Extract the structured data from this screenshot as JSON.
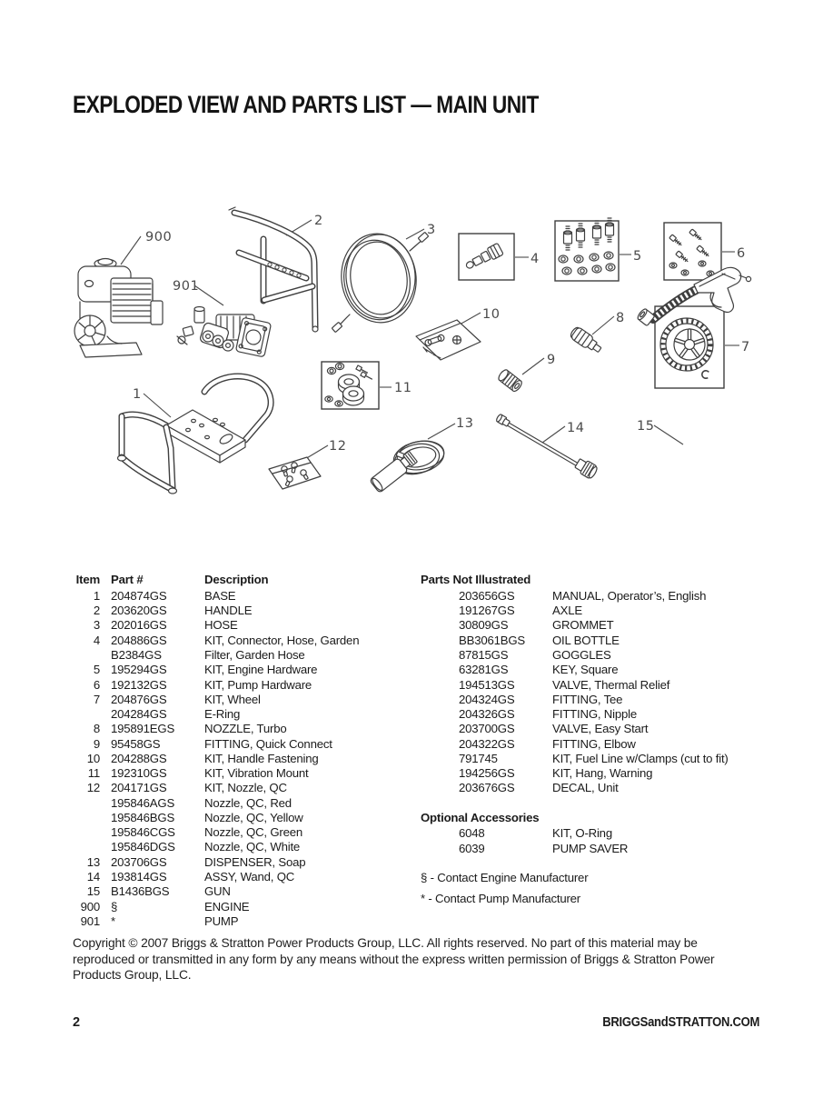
{
  "page": {
    "title": "EXPLODED VIEW AND PARTS LIST — MAIN UNIT",
    "page_number": "2",
    "website": "BRIGGSandSTRATTON.COM",
    "copyright": "Copyright © 2007 Briggs & Stratton Power Products Group, LLC.  All rights reserved.  No part of this material may be reproduced or transmitted in any form by any means without the express written permission of Briggs & Stratton Power Products Group, LLC."
  },
  "diagram": {
    "callouts": {
      "n900": "900",
      "n901": "901",
      "n1": "1",
      "n2": "2",
      "n3": "3",
      "n4": "4",
      "n5": "5",
      "n6": "6",
      "n7": "7",
      "n8": "8",
      "n9": "9",
      "n10": "10",
      "n11": "11",
      "n12": "12",
      "n13": "13",
      "n14": "14",
      "n15": "15"
    }
  },
  "parts_table": {
    "headers": {
      "item": "Item",
      "part": "Part #",
      "description": "Description"
    },
    "rows": [
      {
        "item": "1",
        "part": "204874GS",
        "description": "BASE"
      },
      {
        "item": "2",
        "part": "203620GS",
        "description": "HANDLE"
      },
      {
        "item": "3",
        "part": "202016GS",
        "description": "HOSE"
      },
      {
        "item": "4",
        "part": "204886GS",
        "description": "KIT, Connector, Hose, Garden"
      },
      {
        "item": "",
        "part": "B2384GS",
        "description": "Filter, Garden Hose"
      },
      {
        "item": "5",
        "part": "195294GS",
        "description": "KIT, Engine Hardware"
      },
      {
        "item": "6",
        "part": "192132GS",
        "description": "KIT, Pump Hardware"
      },
      {
        "item": "7",
        "part": "204876GS",
        "description": "KIT, Wheel"
      },
      {
        "item": "",
        "part": "204284GS",
        "description": "E-Ring"
      },
      {
        "item": "8",
        "part": "195891EGS",
        "description": "NOZZLE, Turbo"
      },
      {
        "item": "9",
        "part": "95458GS",
        "description": "FITTING, Quick Connect"
      },
      {
        "item": "10",
        "part": "204288GS",
        "description": "KIT, Handle Fastening"
      },
      {
        "item": "11",
        "part": "192310GS",
        "description": "KIT, Vibration Mount"
      },
      {
        "item": "12",
        "part": "204171GS",
        "description": "KIT, Nozzle, QC"
      },
      {
        "item": "",
        "part": "195846AGS",
        "description": "Nozzle, QC, Red"
      },
      {
        "item": "",
        "part": "195846BGS",
        "description": "Nozzle, QC, Yellow"
      },
      {
        "item": "",
        "part": "195846CGS",
        "description": "Nozzle, QC, Green"
      },
      {
        "item": "",
        "part": "195846DGS",
        "description": "Nozzle, QC, White"
      },
      {
        "item": "13",
        "part": "203706GS",
        "description": "DISPENSER, Soap"
      },
      {
        "item": "14",
        "part": "193814GS",
        "description": "ASSY, Wand, QC"
      },
      {
        "item": "15",
        "part": "B1436BGS",
        "description": "GUN"
      },
      {
        "item": "900",
        "part": "§",
        "description": "ENGINE"
      },
      {
        "item": "901",
        "part": "*",
        "description": "PUMP"
      }
    ]
  },
  "not_illustrated": {
    "title": "Parts Not Illustrated",
    "rows": [
      {
        "part": "203656GS",
        "description": "MANUAL, Operator’s, English"
      },
      {
        "part": "191267GS",
        "description": "AXLE"
      },
      {
        "part": "30809GS",
        "description": "GROMMET"
      },
      {
        "part": "BB3061BGS",
        "description": "OIL BOTTLE"
      },
      {
        "part": "87815GS",
        "description": "GOGGLES"
      },
      {
        "part": "63281GS",
        "description": "KEY, Square"
      },
      {
        "part": "194513GS",
        "description": "VALVE, Thermal Relief"
      },
      {
        "part": "204324GS",
        "description": "FITTING, Tee"
      },
      {
        "part": "204326GS",
        "description": "FITTING, Nipple"
      },
      {
        "part": "203700GS",
        "description": "VALVE, Easy Start"
      },
      {
        "part": "204322GS",
        "description": "FITTING, Elbow"
      },
      {
        "part": "791745",
        "description": "KIT, Fuel Line w/Clamps (cut to fit)"
      },
      {
        "part": "194256GS",
        "description": "KIT, Hang, Warning"
      },
      {
        "part": "203676GS",
        "description": "DECAL, Unit"
      }
    ]
  },
  "optional_accessories": {
    "title": "Optional Accessories",
    "rows": [
      {
        "part": "6048",
        "description": "KIT, O-Ring"
      },
      {
        "part": "6039",
        "description": "PUMP SAVER"
      }
    ]
  },
  "footnotes": {
    "engine": "§ - Contact Engine Manufacturer",
    "pump": "* - Contact Pump Manufacturer"
  }
}
